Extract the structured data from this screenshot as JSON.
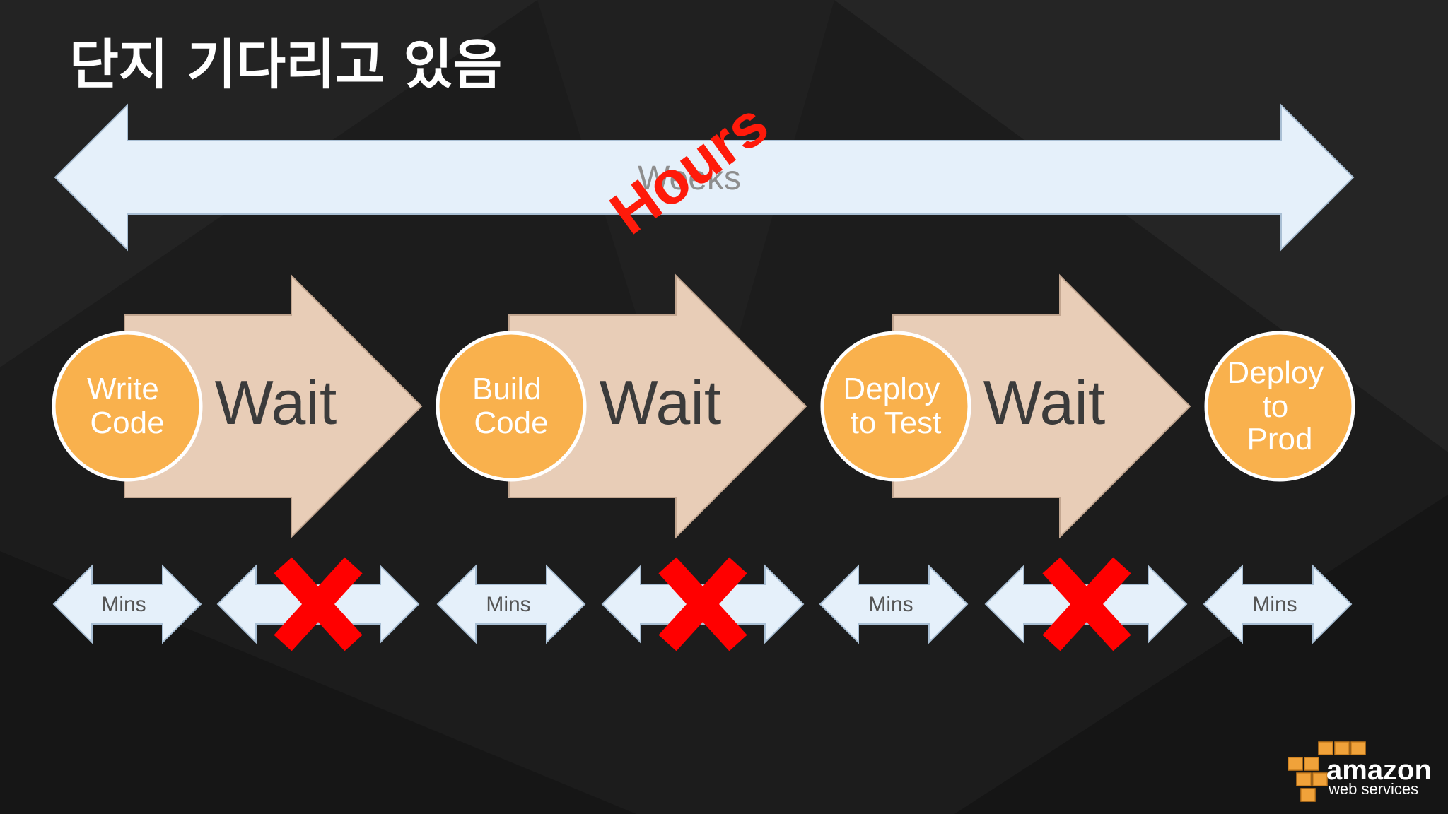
{
  "slide": {
    "title": "단지 기다리고 있음",
    "timeline": {
      "original_label": "Weeks",
      "overlay_label": "Hours"
    },
    "steps": [
      {
        "label_lines": [
          "Write",
          "Code"
        ]
      },
      {
        "label_lines": [
          "Build",
          "Code"
        ]
      },
      {
        "label_lines": [
          "Deploy",
          "to Test"
        ]
      },
      {
        "label_lines": [
          "Deploy",
          "to",
          "Prod"
        ]
      }
    ],
    "wait_label": "Wait",
    "durations": [
      {
        "label": "Mins",
        "crossed_out": false
      },
      {
        "label": "",
        "crossed_out": true
      },
      {
        "label": "Mins",
        "crossed_out": false
      },
      {
        "label": "",
        "crossed_out": true
      },
      {
        "label": "Mins",
        "crossed_out": false
      },
      {
        "label": "",
        "crossed_out": true
      },
      {
        "label": "Mins",
        "crossed_out": false
      }
    ],
    "logo": {
      "line1": "amazon",
      "line2": "web services"
    },
    "colors": {
      "background": "#1c1c1c",
      "circle": "#f9b14d",
      "wait_arrow": "#e8cdb7",
      "light_arrow": "#e5f0fa",
      "cross": "#ff0000",
      "logo_cube": "#f0a23a"
    }
  }
}
